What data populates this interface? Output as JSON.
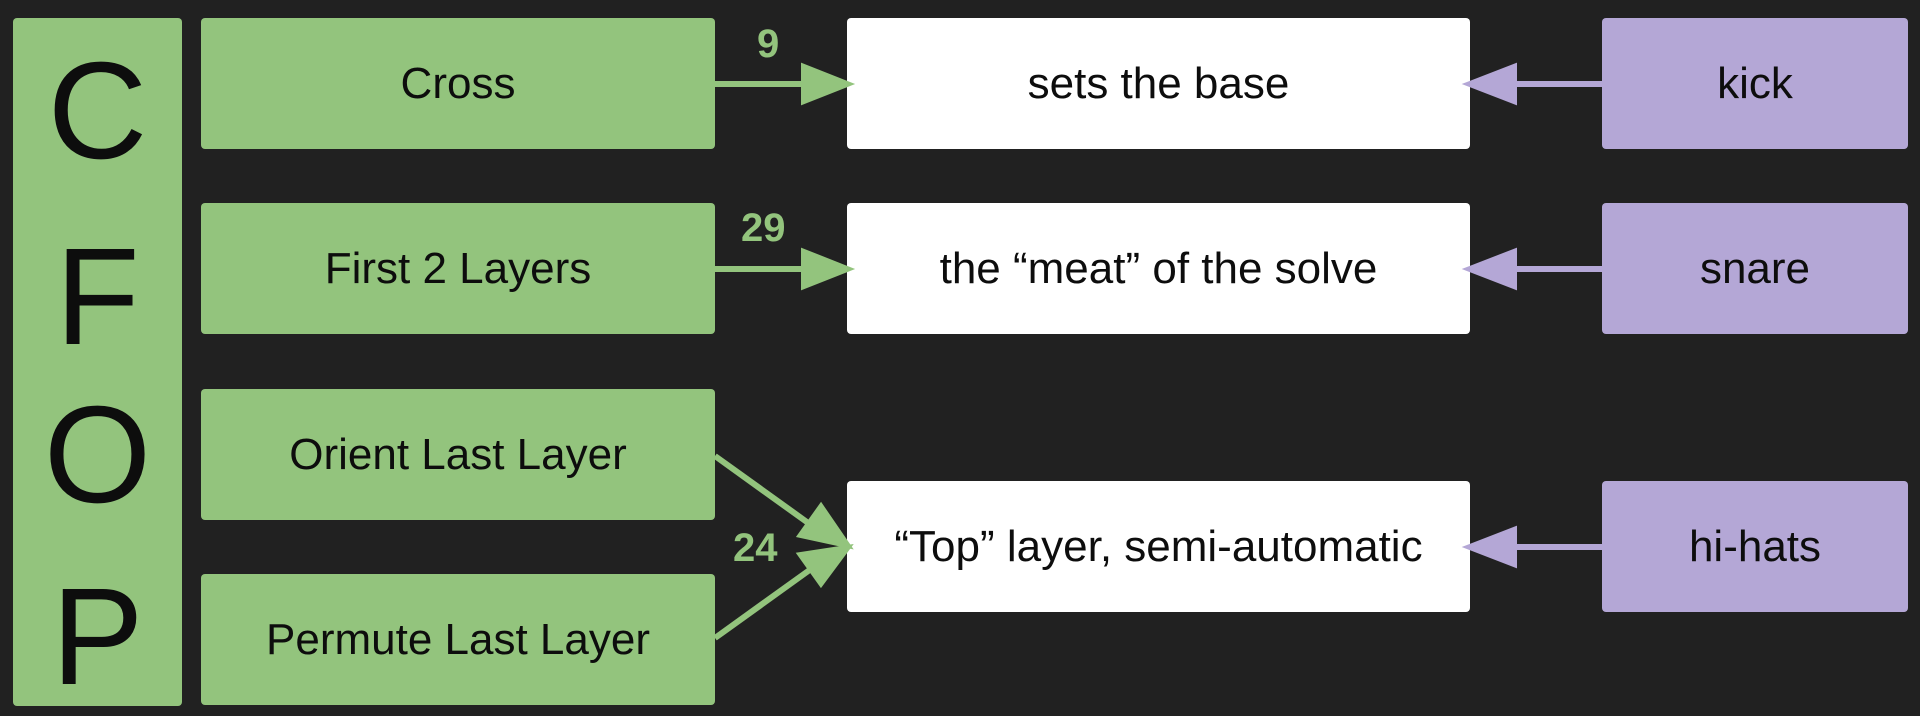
{
  "letters": [
    "C",
    "F",
    "O",
    "P"
  ],
  "steps": [
    "Cross",
    "First 2 Layers",
    "Orient Last Layer",
    "Permute Last Layer"
  ],
  "roles": [
    "sets the base",
    "the “meat” of the solve",
    "“Top” layer, semi-automatic"
  ],
  "drums": [
    "kick",
    "snare",
    "hi-hats"
  ],
  "move_counts": [
    "9",
    "29",
    "24"
  ],
  "colors": {
    "background": "#212121",
    "green": "#93c47d",
    "white": "#ffffff",
    "purple": "#b4a7d6",
    "arrow_purple": "#b4a7d6"
  }
}
